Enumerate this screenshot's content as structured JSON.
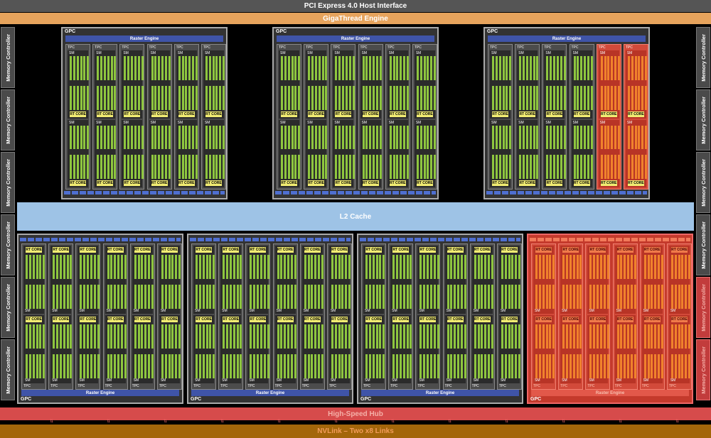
{
  "pcie": {
    "label": "PCI Express 4.0 Host Interface"
  },
  "gigathread": {
    "label": "GigaThread Engine"
  },
  "l2": {
    "label": "L2 Cache"
  },
  "hub": {
    "label": "High-Speed Hub"
  },
  "nvlink": {
    "label": "NVLink – Two x8 Links"
  },
  "memory_controller_label": "Memory Controller",
  "gpc_label": "GPC",
  "raster_label": "Raster Engine",
  "tpc_label": "TPC",
  "sm_label": "SM",
  "rt_core_label": "RT CORE",
  "colors": {
    "enabled": "#8ec63f",
    "disabled": "#c43a2c",
    "rt_core": "#f1ec72",
    "l2": "#9ec3e6"
  },
  "disabled_units": {
    "memory_controllers": [
      "right-5",
      "right-6"
    ],
    "gpcs": [
      "bottom-4"
    ],
    "tpcs_in_gpc_top_3": [
      5,
      6
    ]
  }
}
